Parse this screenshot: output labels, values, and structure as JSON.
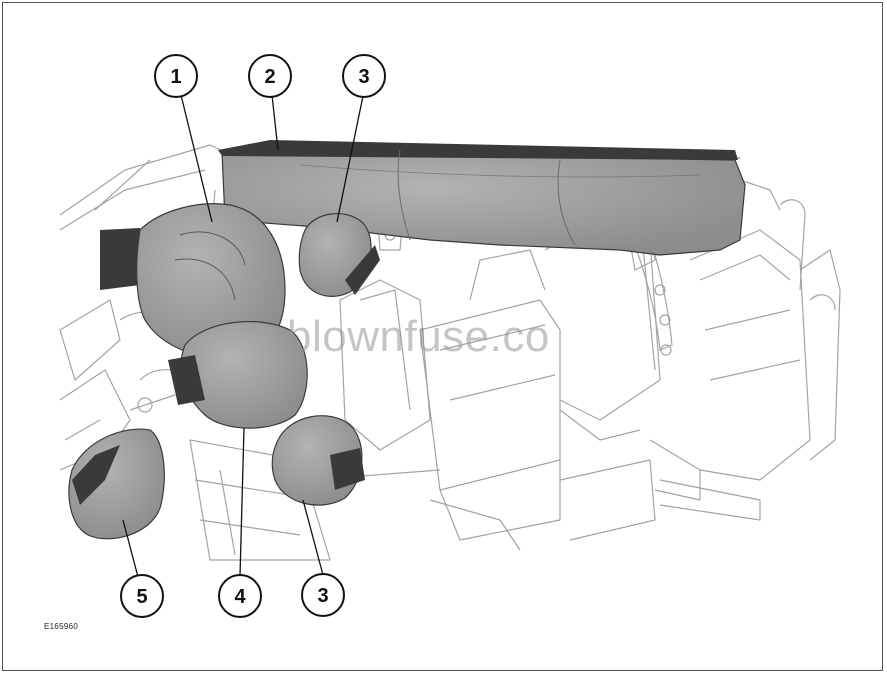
{
  "callouts": [
    {
      "label": "1"
    },
    {
      "label": "2"
    },
    {
      "label": "3"
    },
    {
      "label": "3"
    },
    {
      "label": "4"
    },
    {
      "label": "5"
    }
  ],
  "figure_id": "E165960",
  "watermark": "blownfuse.co",
  "colors": {
    "airbag_fill": "#9a9a9a",
    "airbag_dark": "#4a4a4a",
    "line_art": "#9c9c9c",
    "callout_stroke": "#111111",
    "frame": "#555555"
  }
}
